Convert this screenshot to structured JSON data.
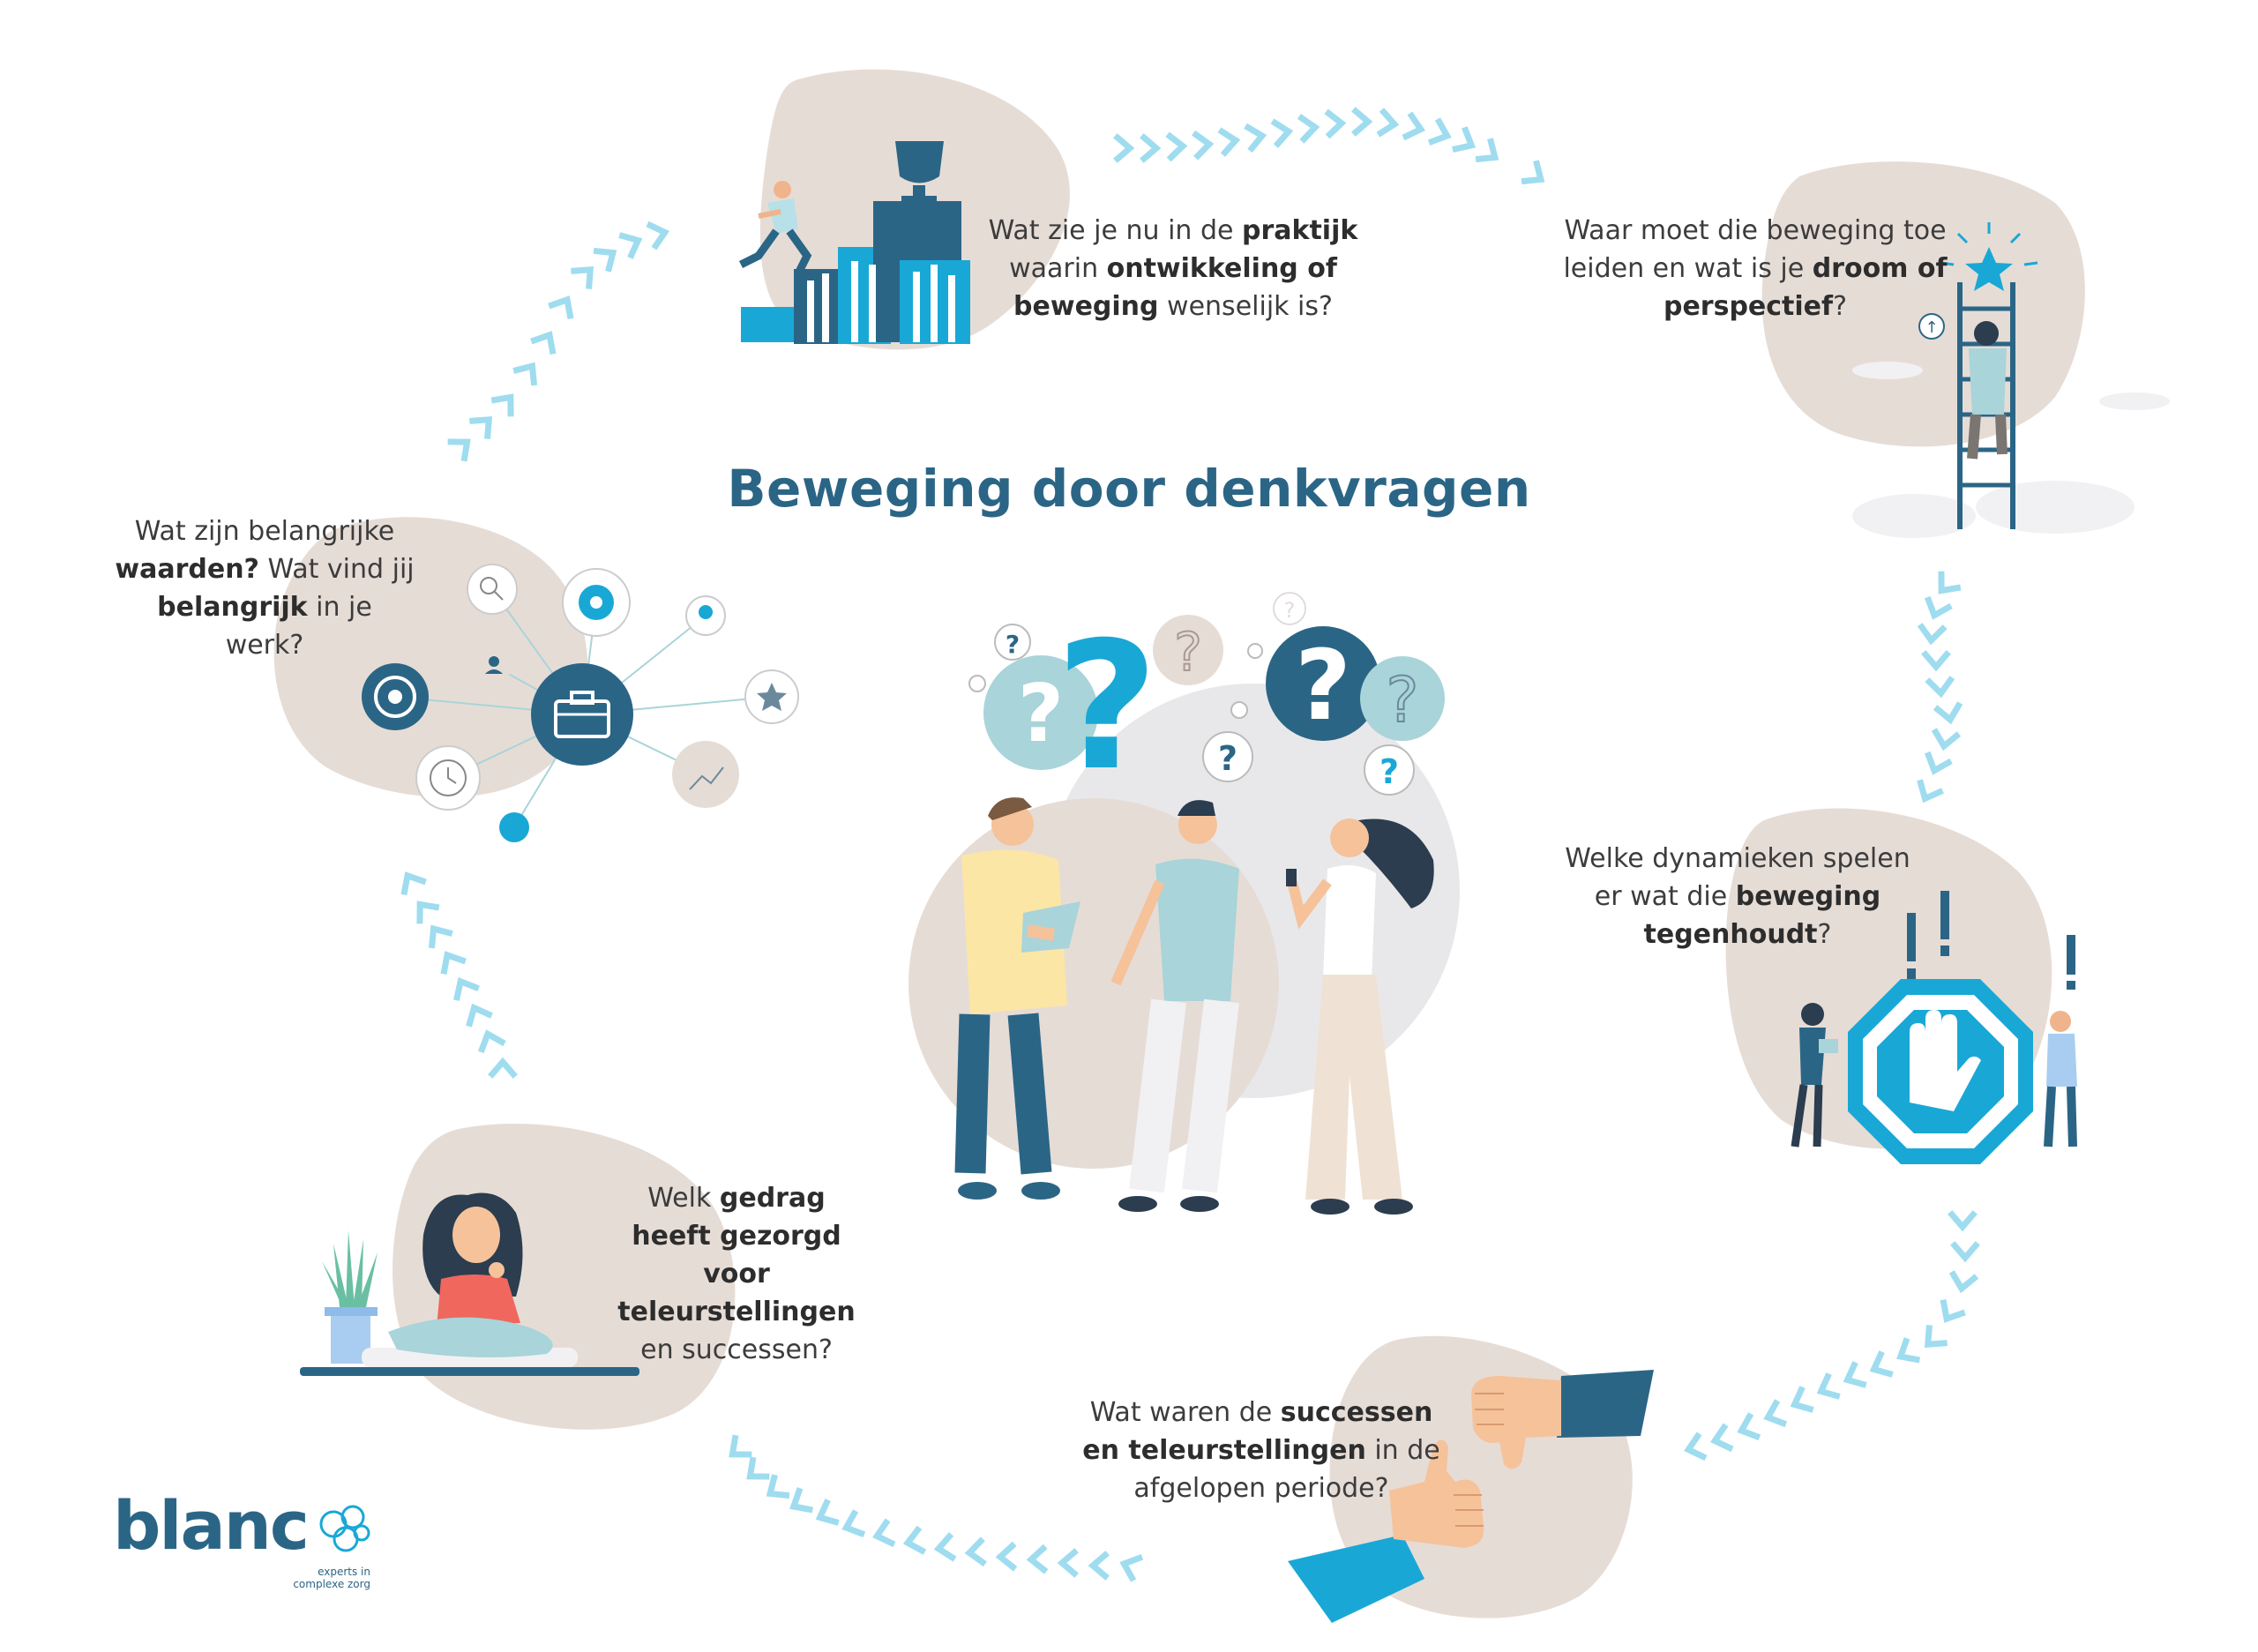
{
  "title": "Beweging door denkvragen",
  "questions": [
    {
      "id": "praktijk",
      "parts": [
        {
          "t": "Wat zie je nu in de ",
          "b": false
        },
        {
          "t": "praktijk",
          "b": true
        },
        {
          "t": " waarin ",
          "b": false
        },
        {
          "t": "ontwikkeling of beweging",
          "b": true
        },
        {
          "t": " wenselijk is?",
          "b": false
        }
      ]
    },
    {
      "id": "perspectief",
      "parts": [
        {
          "t": "Waar moet die beweging toe leiden en wat is je ",
          "b": false
        },
        {
          "t": "droom of perspectief",
          "b": true
        },
        {
          "t": "?",
          "b": false
        }
      ]
    },
    {
      "id": "dynamieken",
      "parts": [
        {
          "t": "Welke dynamieken spelen er wat die ",
          "b": false
        },
        {
          "t": "beweging tegenhoudt",
          "b": true
        },
        {
          "t": "?",
          "b": false
        }
      ]
    },
    {
      "id": "successen",
      "parts": [
        {
          "t": "Wat waren de ",
          "b": false
        },
        {
          "t": "successen en teleurstellingen",
          "b": true
        },
        {
          "t": " in de afgelopen periode?",
          "b": false
        }
      ]
    },
    {
      "id": "gedrag",
      "parts": [
        {
          "t": "Welk ",
          "b": false
        },
        {
          "t": "gedrag heeft gezorgd voor teleurstellingen",
          "b": true
        },
        {
          "t": " en successen?",
          "b": false
        }
      ]
    },
    {
      "id": "waarden",
      "parts": [
        {
          "t": "Wat zijn belangrijke ",
          "b": false
        },
        {
          "t": "waarden?",
          "b": true
        },
        {
          "t": " Wat vind jij ",
          "b": false
        },
        {
          "t": "belangrijk",
          "b": true
        },
        {
          "t": " in je werk?",
          "b": false
        }
      ]
    }
  ],
  "logo": {
    "name": "blanc",
    "tagline": "experts in complexe zorg"
  },
  "colors": {
    "title": "#2b6586",
    "blob": "#e6dcd6",
    "arrow": "#9fdcef",
    "accent_blue": "#19a8d6",
    "dark_blue": "#2b6586"
  },
  "icons": [
    "trophy-stairs-illustration",
    "ladder-star-illustration",
    "stop-hand-illustration",
    "thumbs-illustration",
    "meditating-woman-illustration",
    "network-briefcase-illustration",
    "question-marks-illustration"
  ]
}
